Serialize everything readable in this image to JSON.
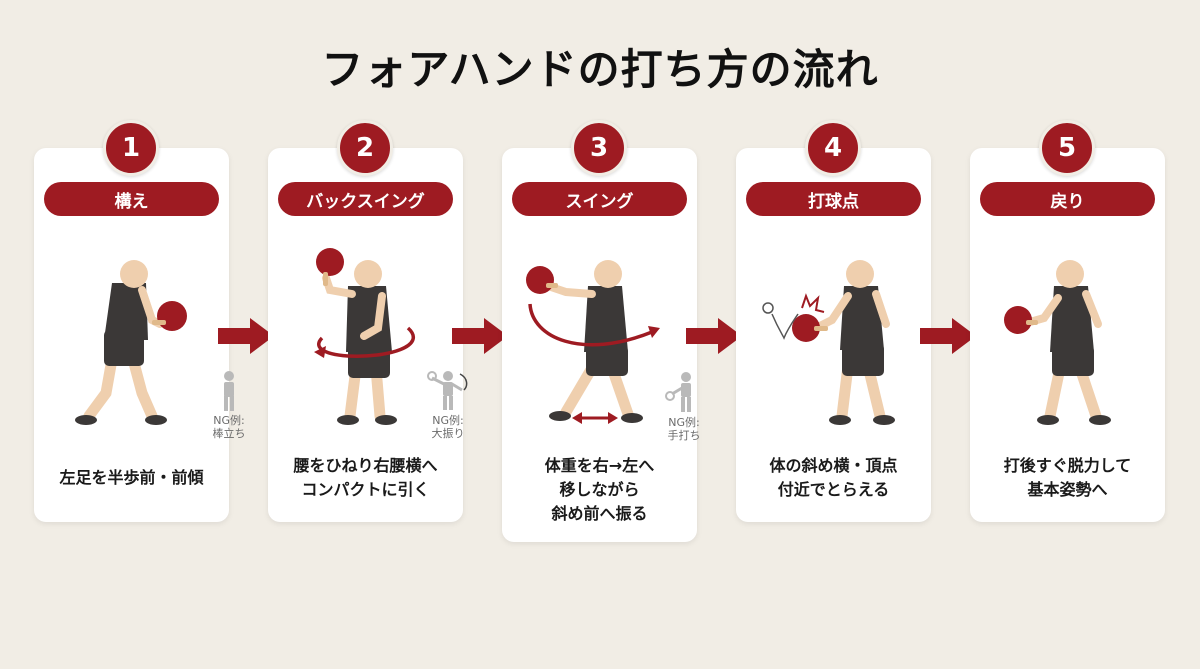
{
  "title": "フォアハンドの打ち方の流れ",
  "colors": {
    "accent": "#9e1b22",
    "skin": "#efcfae",
    "shirt": "#3b3837",
    "background": "#f1ede5",
    "ng_figure": "#b9b9b9"
  },
  "steps": [
    {
      "number": "1",
      "label": "構え",
      "description": [
        "左足を半歩前・前傾"
      ],
      "ng": [
        "NG例:",
        "棒立ち"
      ]
    },
    {
      "number": "2",
      "label": "バックスイング",
      "description": [
        "腰をひねり右腰横へ",
        "コンパクトに引く"
      ],
      "ng": [
        "NG例:",
        "大振り"
      ]
    },
    {
      "number": "3",
      "label": "スイング",
      "description": [
        "体重を右→左へ",
        "移しながら",
        "斜め前へ振る"
      ],
      "ng": [
        "NG例:",
        "手打ち"
      ]
    },
    {
      "number": "4",
      "label": "打球点",
      "description": [
        "体の斜め横・頂点",
        "付近でとらえる"
      ]
    },
    {
      "number": "5",
      "label": "戻り",
      "description": [
        "打後すぐ脱力して",
        "基本姿勢へ"
      ]
    }
  ]
}
